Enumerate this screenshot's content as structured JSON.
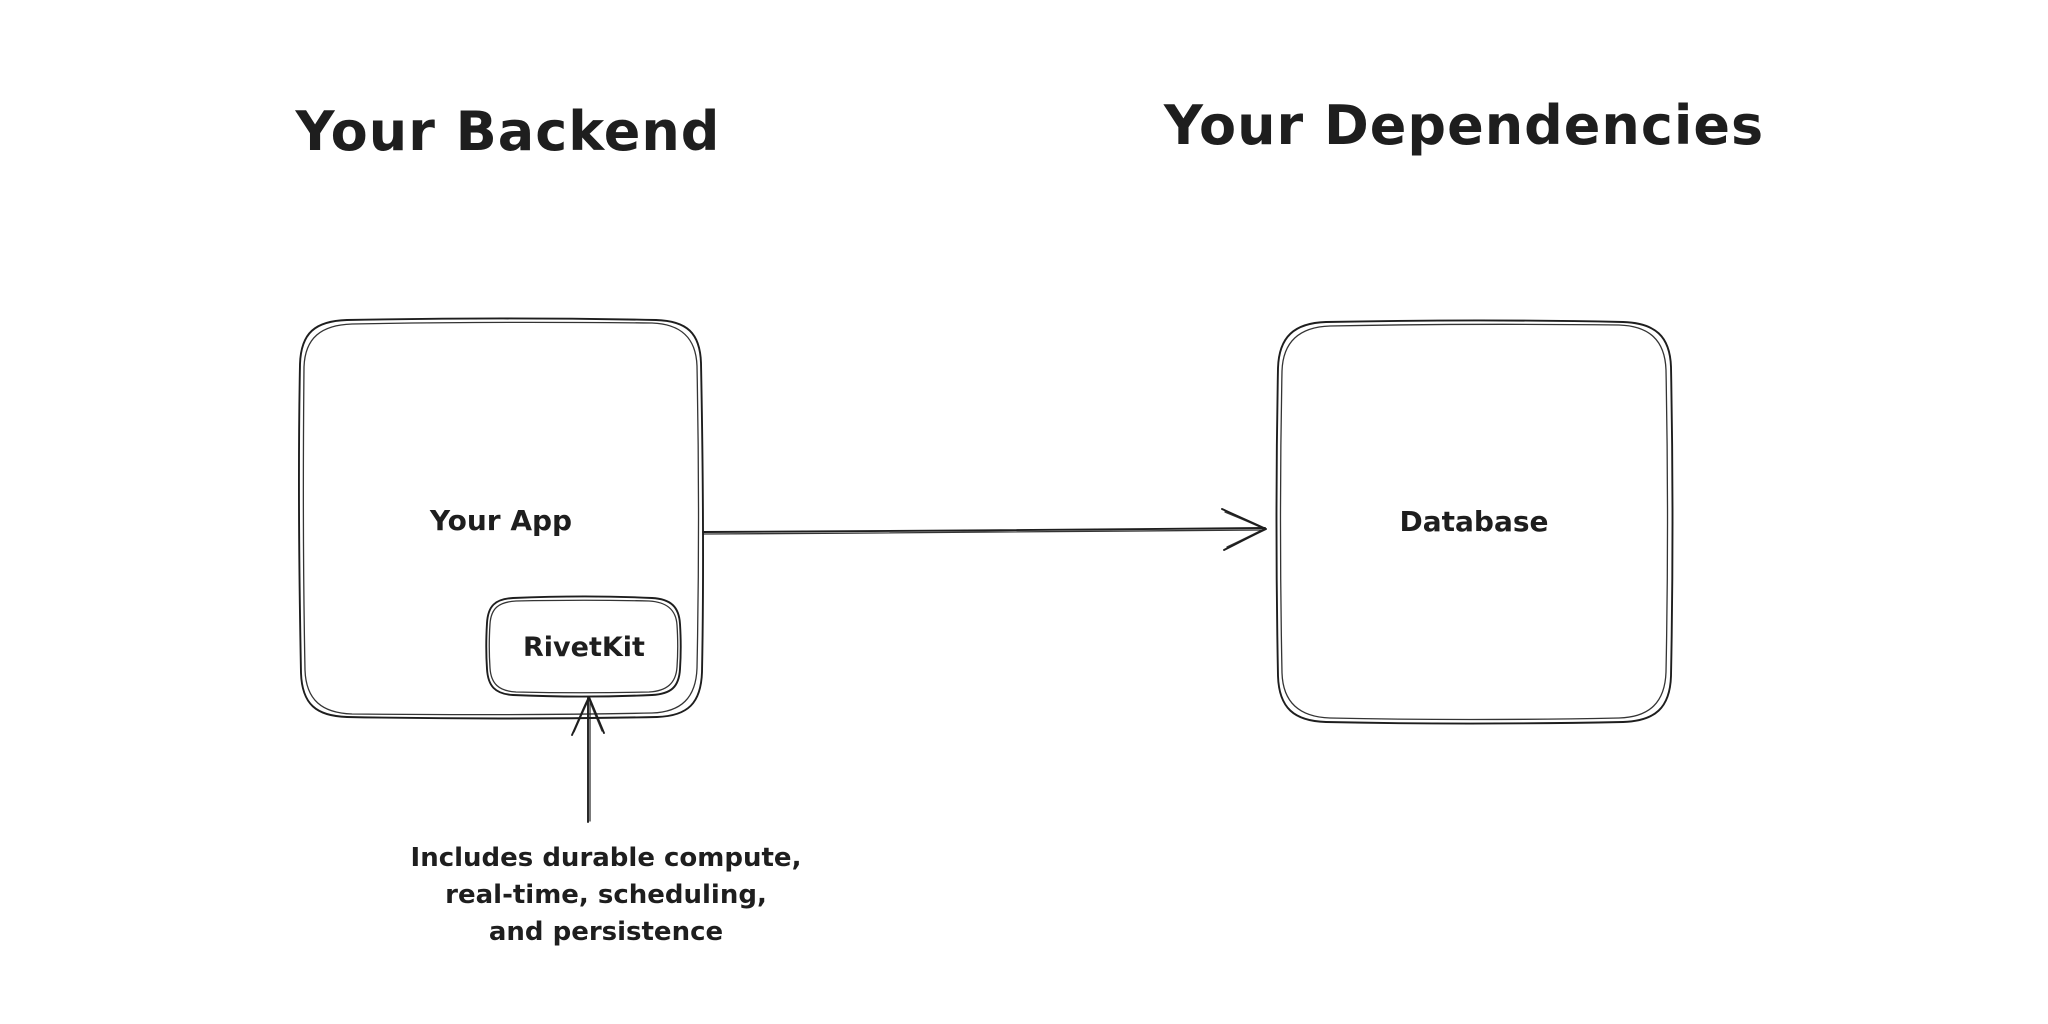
{
  "diagram": {
    "titles": {
      "left": "Your Backend",
      "right": "Your Dependencies"
    },
    "nodes": {
      "your_app": {
        "label": "Your App"
      },
      "rivetkit": {
        "label": "RivetKit"
      },
      "database": {
        "label": "Database"
      }
    },
    "annotation": {
      "lines": [
        "Includes durable compute,",
        "real-time, scheduling,",
        "and persistence"
      ]
    },
    "connections": {
      "app_to_database": "arrow from Your App to Database",
      "note_to_rivetkit": "arrow from annotation to RivetKit"
    },
    "colors": {
      "stroke": "#1e1e1e",
      "text": "#1e1e1e",
      "background": "#ffffff"
    }
  }
}
